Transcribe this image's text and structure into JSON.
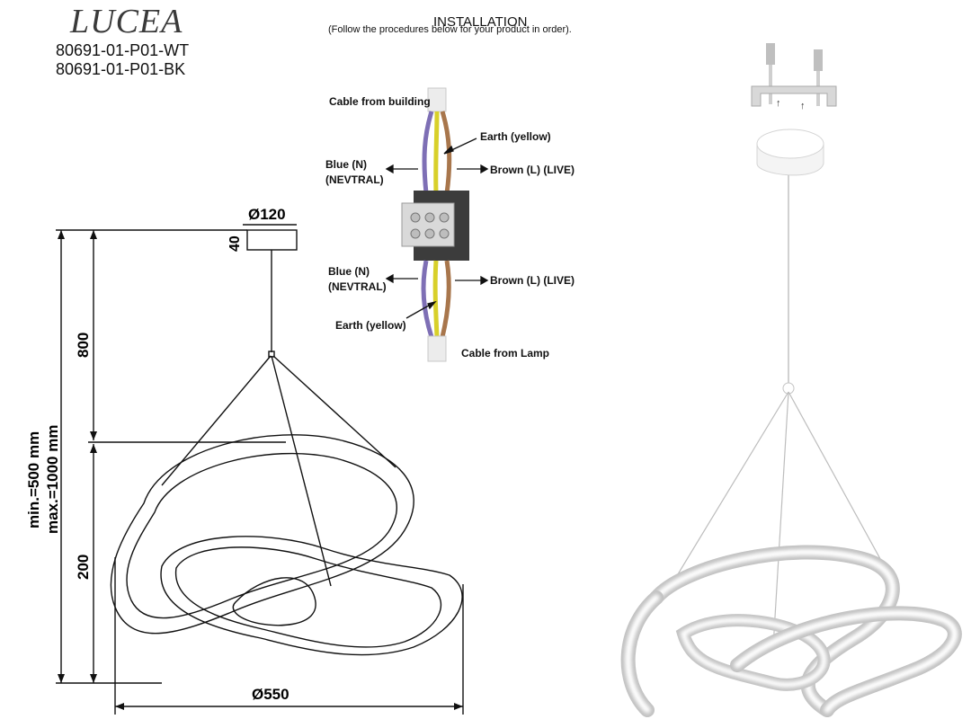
{
  "header": {
    "brand": "LUCEA",
    "models": [
      "80691-01-P01-WT",
      "80691-01-P01-BK"
    ]
  },
  "installation": {
    "title": "INSTALLATION",
    "subtitle": "(Follow the procedures below for your product in order).",
    "wiring_labels": {
      "cable_building": "Cable from building",
      "earth_top": "Earth (yellow)",
      "blue_top_1": "Blue (N)",
      "blue_top_2": "(NEVTRAL)",
      "brown_top": "Brown (L) (LIVE)",
      "blue_bottom_1": "Blue (N)",
      "blue_bottom_2": "(NEVTRAL)",
      "brown_bottom": "Brown (L) (LIVE)",
      "earth_bottom": "Earth (yellow)",
      "cable_lamp": "Cable from Lamp"
    }
  },
  "dimensions": {
    "canopy_diameter": "Ø120",
    "canopy_height": "40",
    "cable_length": "800",
    "ring_height": "200",
    "ring_diameter": "Ø550",
    "range_min": "min.=500 mm",
    "range_max": "max.=1000 mm"
  },
  "colors": {
    "wire_blue": "#7e6fb5",
    "wire_yellow": "#d8d02a",
    "wire_brown": "#a8764c",
    "terminal_block": "#3c3c3c"
  }
}
